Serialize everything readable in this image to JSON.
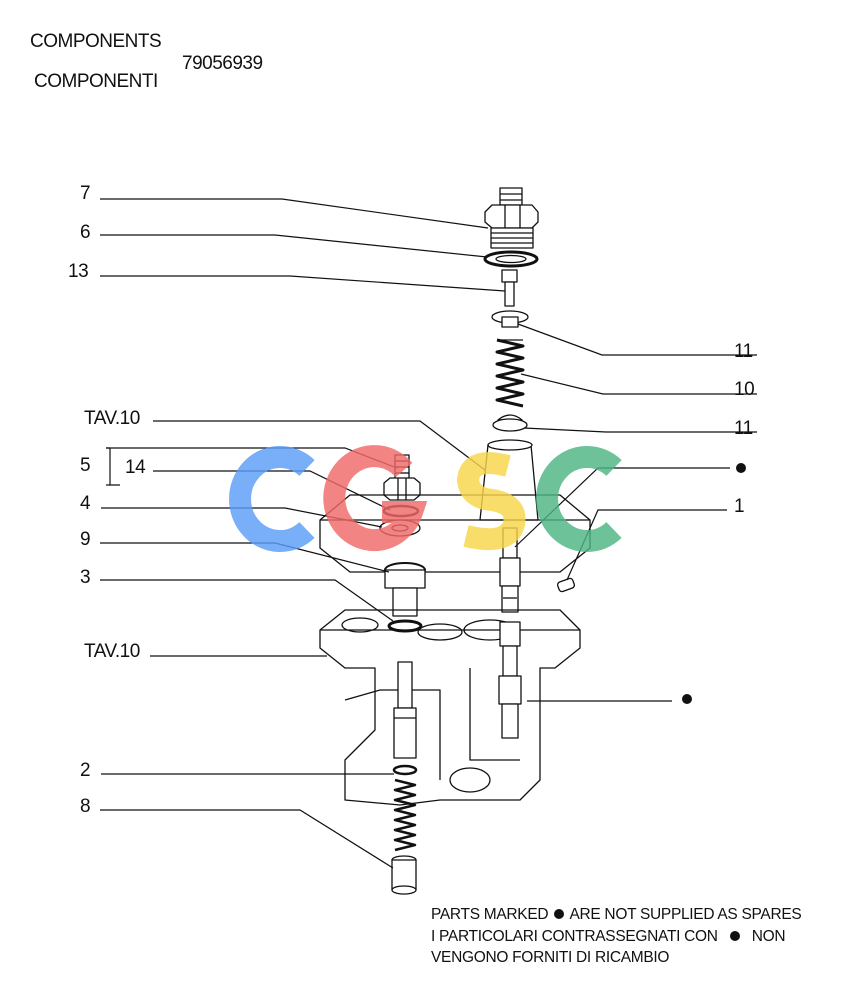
{
  "header": {
    "title_en": "COMPONENTS",
    "title_it": "COMPONENTI",
    "part_number": "79056939"
  },
  "callouts": [
    {
      "id": "c7",
      "label": "7"
    },
    {
      "id": "c6",
      "label": "6"
    },
    {
      "id": "c13",
      "label": "13"
    },
    {
      "id": "c11a",
      "label": "11"
    },
    {
      "id": "c10",
      "label": "10"
    },
    {
      "id": "ctav1",
      "label": "TAV.10"
    },
    {
      "id": "c11b",
      "label": "11"
    },
    {
      "id": "c5",
      "label": "5"
    },
    {
      "id": "c14",
      "label": "14"
    },
    {
      "id": "c4",
      "label": "4"
    },
    {
      "id": "c1",
      "label": "1"
    },
    {
      "id": "c9",
      "label": "9"
    },
    {
      "id": "c3",
      "label": "3"
    },
    {
      "id": "ctav2",
      "label": "TAV.10"
    },
    {
      "id": "c2",
      "label": "2"
    },
    {
      "id": "c8",
      "label": "8"
    }
  ],
  "watermark": {
    "text": "CGSC",
    "colors": [
      "#5b9ef7",
      "#f06a68",
      "#f8d64a",
      "#4fb585"
    ]
  },
  "notes": {
    "line1_a": "PARTS MARKED",
    "line1_b": "ARE NOT SUPPLIED AS SPARES",
    "line2_a": "I  PARTICOLARI  CONTRASSEGNATI  CON",
    "line2_b": "NON",
    "line3": "VENGONO FORNITI DI RICAMBIO"
  }
}
